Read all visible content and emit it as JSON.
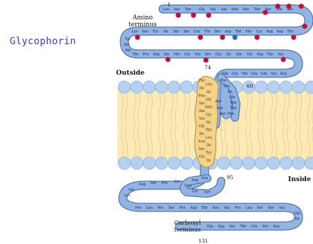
{
  "title": "Glycophorin",
  "labels": {
    "amino_terminus": [
      "Amino",
      "terminus"
    ],
    "carboxyl_terminus": [
      "Carboxyl",
      "terminus"
    ],
    "outside": "Outside",
    "inside": "Inside"
  },
  "residue_numbers": [
    "1",
    "74",
    "60",
    "95",
    "131"
  ],
  "colors": {
    "chain_fill": "#93b4e0",
    "chain_stroke": "#5074b0",
    "helix_fill": "#f3d38a",
    "helix_stroke": "#b0883a",
    "lipid_head": "#b6d0f0",
    "lipid_tail": "#fbe9b6",
    "sugar_red": "#c0103a",
    "sugar_blue": "#1f6fbf",
    "title_color": "#3a3ad8"
  },
  "sequence_rows": {
    "row1": [
      "Leu",
      "Ser",
      "Thr"
    ],
    "row1b": [
      "Glu",
      "Val",
      "Ala",
      "Met",
      "His",
      "Thr",
      "Ser",
      "Thr",
      "Ser"
    ],
    "row2": [
      "Thr",
      "Asp",
      "Arg",
      "Lys",
      "His",
      "Thr",
      "Asp",
      "Ser",
      "Thr",
      "Glu",
      "Ser",
      "Ser",
      "Ile",
      "Tyr",
      "Ser",
      "Lys"
    ],
    "row3": [
      "Thr",
      "Pro",
      "Arg",
      "Ala",
      "His",
      "Glu",
      "Val",
      "Ser",
      "Glu",
      "Ile",
      "Ser",
      "Val",
      "Arg",
      "Thr",
      "Val"
    ],
    "row4": [
      "Arg",
      "Val",
      "Gln",
      "Glu",
      "Thr",
      "Glu",
      "Gln"
    ],
    "left_turn": [
      "Tyr",
      "Ala",
      "Ala"
    ],
    "helix": [
      "Thr",
      "Leu",
      "Ile",
      "Ile",
      "Phe",
      "Gly",
      "Val",
      "Met",
      "Ala",
      "Gly",
      "Val",
      "Ile",
      "Gly",
      "Thr",
      "Ile",
      "Leu",
      "Leu",
      "Ile",
      "Ser",
      "Tyr",
      "Gly",
      "Ile"
    ],
    "helix_side": [
      "Pro",
      "Glu",
      "Ile",
      "Ala",
      "His",
      "Thr",
      "Phe",
      "Ser",
      "Gln",
      "Asp"
    ],
    "inside_loop": [
      "Arg",
      "Arg",
      "Leu",
      "Lys",
      "Lys",
      "Ser",
      "Pro",
      "Ser",
      "Asp",
      "Val",
      "Lys"
    ],
    "bottom_row": [
      "Pro",
      "Leu",
      "Pro",
      "Ser",
      "Pro",
      "Asp",
      "Thr",
      "Asn",
      "Val",
      "Pro",
      "Leu",
      "Ser",
      "Ser",
      "Val"
    ],
    "carboxyl_row": [
      "Gln",
      "Asp",
      "Ser",
      "Thr",
      "Glu",
      "Pro",
      "Asn",
      "Ile",
      "Glu"
    ]
  }
}
